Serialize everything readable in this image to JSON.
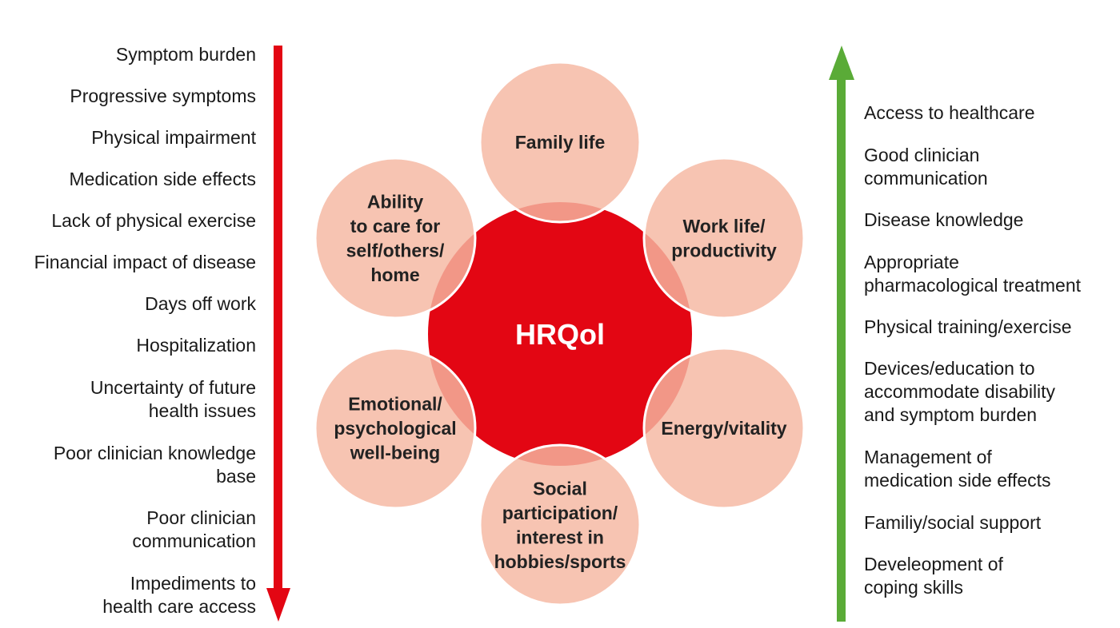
{
  "center": {
    "label": "HRQol",
    "color": "#e30613"
  },
  "petal_fill": "#f5b7a1",
  "petal_stroke": "#ffffff",
  "petals": [
    {
      "id": "family-life",
      "lines": [
        "Family life"
      ]
    },
    {
      "id": "work-life",
      "lines": [
        "Work life/",
        "productivity"
      ]
    },
    {
      "id": "energy",
      "lines": [
        "Energy/vitality"
      ]
    },
    {
      "id": "social",
      "lines": [
        "Social",
        "participation/",
        "interest in",
        "hobbies/sports"
      ]
    },
    {
      "id": "emotional",
      "lines": [
        "Emotional/",
        "psychological",
        "well-being"
      ]
    },
    {
      "id": "ability",
      "lines": [
        "Ability",
        "to care for",
        "self/others/",
        "home"
      ]
    }
  ],
  "negative_factors": {
    "arrow_color": "#e30613",
    "direction": "down",
    "items": [
      {
        "lines": [
          "Symptom burden"
        ]
      },
      {
        "lines": [
          "Progressive symptoms"
        ]
      },
      {
        "lines": [
          "Physical impairment"
        ]
      },
      {
        "lines": [
          "Medication side effects"
        ]
      },
      {
        "lines": [
          "Lack of physical exercise"
        ]
      },
      {
        "lines": [
          "Financial impact of disease"
        ]
      },
      {
        "lines": [
          "Days off work"
        ]
      },
      {
        "lines": [
          "Hospitalization"
        ]
      },
      {
        "lines": [
          "Uncertainty of future",
          "health issues"
        ]
      },
      {
        "lines": [
          "Poor clinician knowledge",
          "base"
        ]
      },
      {
        "lines": [
          "Poor clinician",
          "communication"
        ]
      },
      {
        "lines": [
          "Impediments to",
          "health care access"
        ]
      }
    ]
  },
  "positive_factors": {
    "arrow_color": "#5aab37",
    "direction": "up",
    "items": [
      {
        "lines": [
          "Access to healthcare"
        ]
      },
      {
        "lines": [
          "Good clinician",
          "communication"
        ]
      },
      {
        "lines": [
          "Disease knowledge"
        ]
      },
      {
        "lines": [
          "Appropriate",
          "pharmacological treatment"
        ]
      },
      {
        "lines": [
          "Physical training/exercise"
        ]
      },
      {
        "lines": [
          "Devices/education to",
          "accommodate disability",
          "and symptom burden"
        ]
      },
      {
        "lines": [
          "Management of",
          "medication side effects"
        ]
      },
      {
        "lines": [
          "Familiy/social support"
        ]
      },
      {
        "lines": [
          "Develeopment of",
          "coping skills"
        ]
      }
    ]
  }
}
